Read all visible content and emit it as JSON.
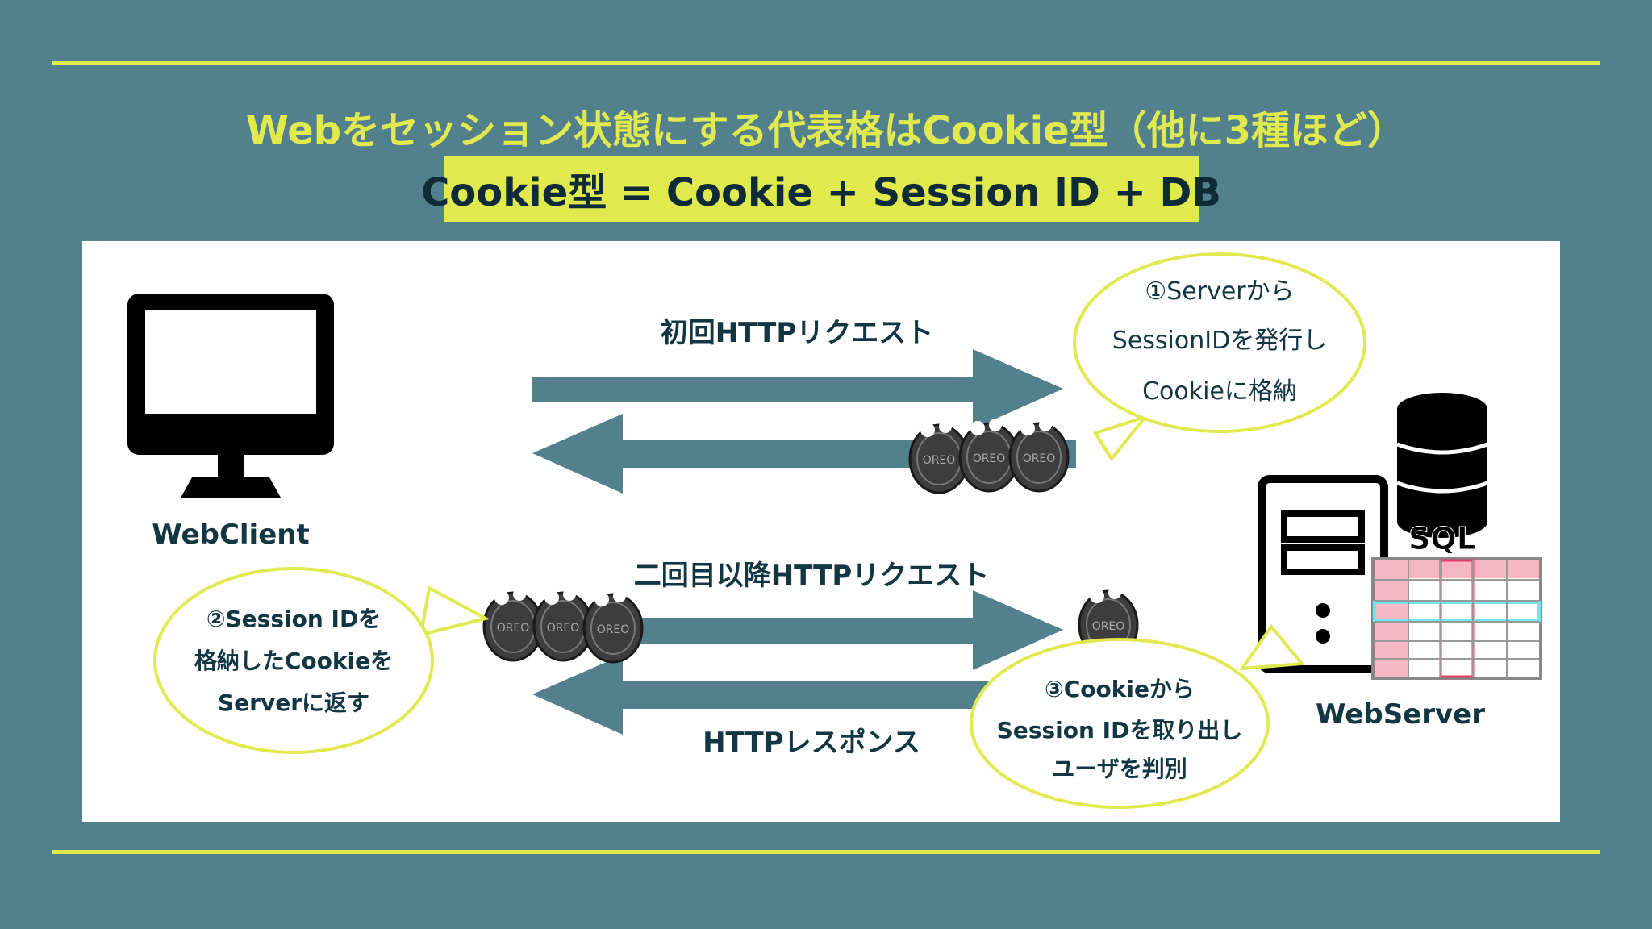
{
  "header": {
    "title": "Webをセッション状態にする代表格はCookie型（他に3種ほど）",
    "formula": "Cookie型 = Cookie + Session ID + DB"
  },
  "client": {
    "label": "WebClient"
  },
  "server": {
    "label": "WebServer",
    "db_label": "SQL"
  },
  "flows": {
    "first_request": "初回HTTPリクエスト",
    "subsequent_request": "二回目以降HTTPリクエスト",
    "response": "HTTPレスポンス"
  },
  "notes": {
    "note1": [
      "①Serverから",
      "SessionIDを発行し",
      "Cookieに格納"
    ],
    "note2": [
      "②Session IDを",
      "格納したCookieを",
      "Serverに返す"
    ],
    "note3": [
      "③Cookieから",
      "Session IDを取り出し",
      "ユーザを判別"
    ]
  },
  "cookie_text": "OREO",
  "colors": {
    "background": "#52808c",
    "accent_yellow": "#e0ea4f",
    "text_dark": "#123742",
    "arrow": "#52808c"
  }
}
